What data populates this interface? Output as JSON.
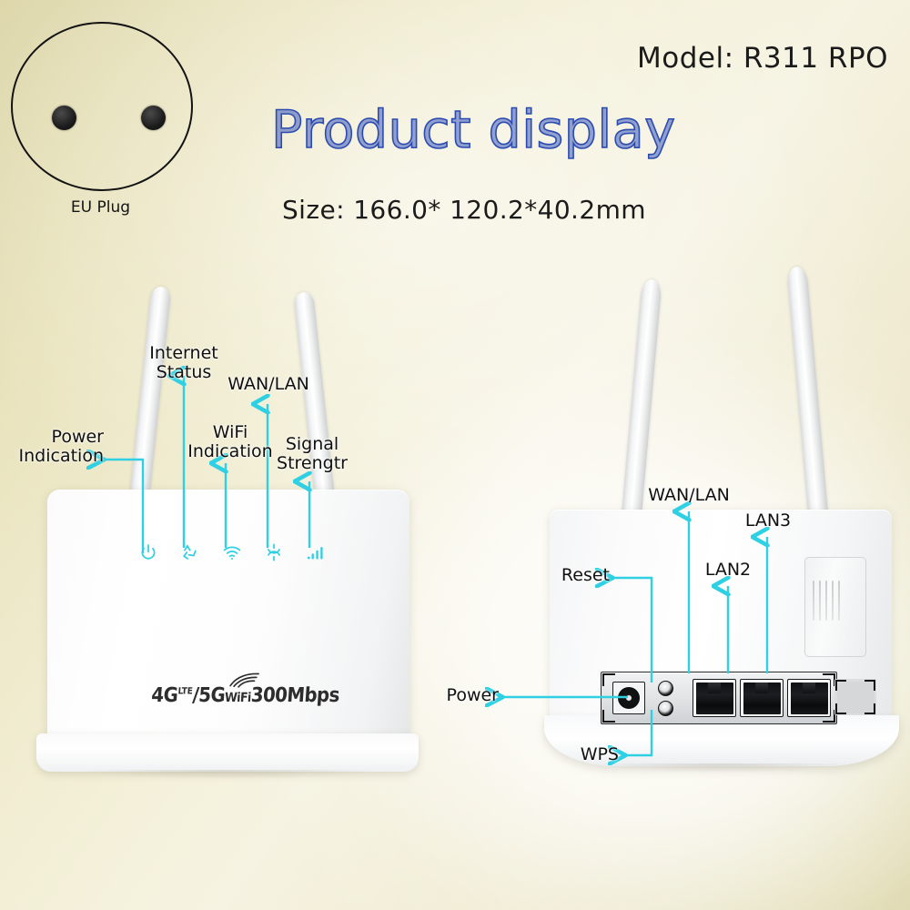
{
  "header": {
    "model": "Model: R311 RPO",
    "title": "Product display",
    "size": "Size: 166.0* 120.2*40.2mm",
    "title_color": "#2b4bb0",
    "text_color": "#101010"
  },
  "plug": {
    "label": "EU Plug",
    "icon": "eu-plug-socket-icon",
    "pin_count": 2
  },
  "accent": {
    "leader_color": "#2fd0e3",
    "device_color": "#ffffff",
    "background_color": "#ece7c4"
  },
  "front_view": {
    "brand": {
      "g4": "4G",
      "lte": "LTE",
      "slash": "/",
      "g5": "5G",
      "wifi": "WiFi",
      "speed": "300Mbps",
      "full_text": "4G LTE/5G WiFi 300Mbps"
    },
    "antennas": 2,
    "leds": [
      {
        "icon": "power-icon",
        "label": "Power\nIndication"
      },
      {
        "icon": "internet-status-icon",
        "label": "Internet\nStatus"
      },
      {
        "icon": "wifi-icon",
        "label": "WiFi\nIndication"
      },
      {
        "icon": "wan-lan-icon",
        "label": "WAN/LAN"
      },
      {
        "icon": "signal-bars-icon",
        "label": "Signal\nStrengtr"
      }
    ],
    "callouts": {
      "power": "Power\nIndication",
      "internet": "Internet\nStatus",
      "wifi": "WiFi\nIndication",
      "wanlan": "WAN/LAN",
      "signal": "Signal\nStrengtr"
    }
  },
  "rear_view": {
    "antennas": 2,
    "ports": [
      {
        "name": "power-jack",
        "label": "Power"
      },
      {
        "name": "reset-button",
        "label": "Reset"
      },
      {
        "name": "wps-button",
        "label": "WPS"
      },
      {
        "name": "wan-lan-port",
        "label": "WAN/LAN"
      },
      {
        "name": "lan2-port",
        "label": "LAN2"
      },
      {
        "name": "lan3-port",
        "label": "LAN3"
      }
    ],
    "callouts": {
      "reset": "Reset",
      "power": "Power",
      "wps": "WPS",
      "wanlan": "WAN/LAN",
      "lan2": "LAN2",
      "lan3": "LAN3"
    },
    "rj45_count": 3,
    "empty_slot": 1
  }
}
